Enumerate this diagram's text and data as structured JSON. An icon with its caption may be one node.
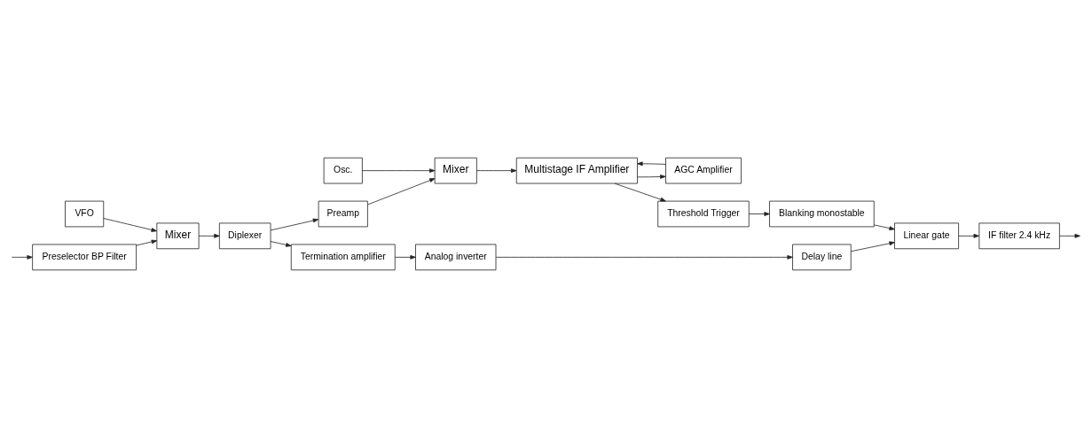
{
  "diagram": {
    "nodes": [
      {
        "text": [
          "Preselector BP Filter"
        ]
      },
      {
        "text": [
          "VFO"
        ]
      },
      {
        "text": [
          "Mixer"
        ]
      },
      {
        "text": [
          "Diplexer"
        ]
      },
      {
        "text": [
          "Preamp"
        ]
      },
      {
        "text": [
          "Osc."
        ]
      },
      {
        "text": [
          "Mixer"
        ]
      },
      {
        "text": [
          "AGC Amplifier"
        ]
      },
      {
        "text": [
          "Multistage IF Amplifier"
        ]
      },
      {
        "text": [
          "Threshold Trigger"
        ]
      },
      {
        "text": [
          "Blanking monostable"
        ]
      },
      {
        "text": [
          "Termination amplifier"
        ]
      },
      {
        "text": [
          "Analog inverter"
        ]
      },
      {
        "text": [
          "Delay line"
        ]
      },
      {
        "text": [
          "Linear gate"
        ]
      },
      {
        "text": [
          "IF filter 2.4 kHz"
        ]
      }
    ],
    "edges": [
      {
        "from": null,
        "to": 0,
        "arrow": "to"
      },
      {
        "from": 0,
        "to": 2,
        "arrow": "to"
      },
      {
        "from": 1,
        "to": 2,
        "arrow": "to"
      },
      {
        "from": 2,
        "to": 3,
        "arrow": "to"
      },
      {
        "from": 3,
        "to": 11,
        "arrow": "to"
      },
      {
        "from": 3,
        "to": 4,
        "arrow": "to"
      },
      {
        "from": 4,
        "to": 6,
        "arrow": "to"
      },
      {
        "from": 5,
        "to": 6,
        "arrow": "to"
      },
      {
        "from": 6,
        "to": 8,
        "arrow": "to"
      },
      {
        "from": 7,
        "to": 8,
        "arrow": "to"
      },
      {
        "from": 8,
        "to": 9,
        "arrow": "to"
      },
      {
        "from": 8,
        "to": 7,
        "arrow": "to"
      },
      {
        "from": 9,
        "to": 10,
        "arrow": "to"
      },
      {
        "from": 10,
        "to": 14,
        "arrow": "to"
      },
      {
        "from": 11,
        "to": 12,
        "arrow": "to"
      },
      {
        "from": 12,
        "to": 13,
        "arrow": "to"
      },
      {
        "from": 13,
        "to": 14,
        "arrow": "to"
      },
      {
        "from": 14,
        "to": 15,
        "arrow": "to"
      },
      {
        "from": 15,
        "to": null,
        "arrow": "to"
      }
    ]
  }
}
